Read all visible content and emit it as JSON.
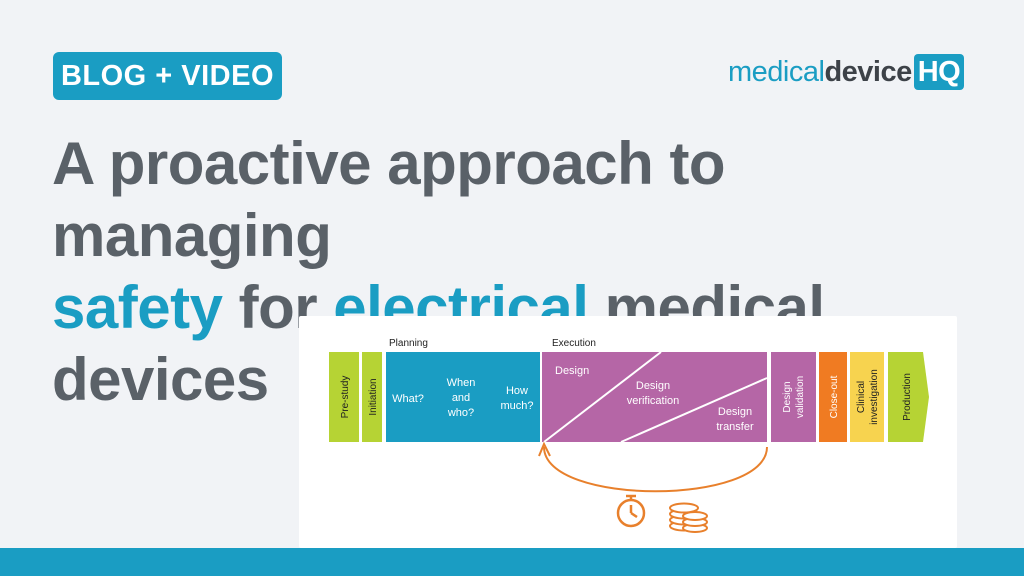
{
  "badge": {
    "label": "BLOG + VIDEO"
  },
  "logo": {
    "part1": "medical",
    "part2": "device",
    "part3": "HQ"
  },
  "headline": {
    "line1": "A proactive approach to managing",
    "accent1": "safety",
    "mid": " for ",
    "accent2": "electrical",
    "end": " medical",
    "line3": "devices"
  },
  "diagram": {
    "planning_label": "Planning",
    "execution_label": "Execution",
    "phases": {
      "prestudy": "Pre-study",
      "initiation": "Initiation",
      "what": "What?",
      "when_1": "When",
      "when_2": "and",
      "when_3": "who?",
      "how_1": "How",
      "how_2": "much?",
      "design": "Design",
      "verification_1": "Design",
      "verification_2": "verification",
      "transfer_1": "Design",
      "transfer_2": "transfer",
      "validation_1": "Design",
      "validation_2": "validation",
      "closeout": "Close-out",
      "clinical_1": "Clinical",
      "clinical_2": "investigation",
      "production": "Production"
    },
    "icons": [
      "stopwatch-icon",
      "coins-icon"
    ],
    "colors": {
      "green": "#b6d334",
      "teal": "#1a9dc3",
      "purple": "#b566a6",
      "orange": "#f07b22",
      "yellow": "#f7d34f",
      "arrow": "#e8802c"
    }
  }
}
